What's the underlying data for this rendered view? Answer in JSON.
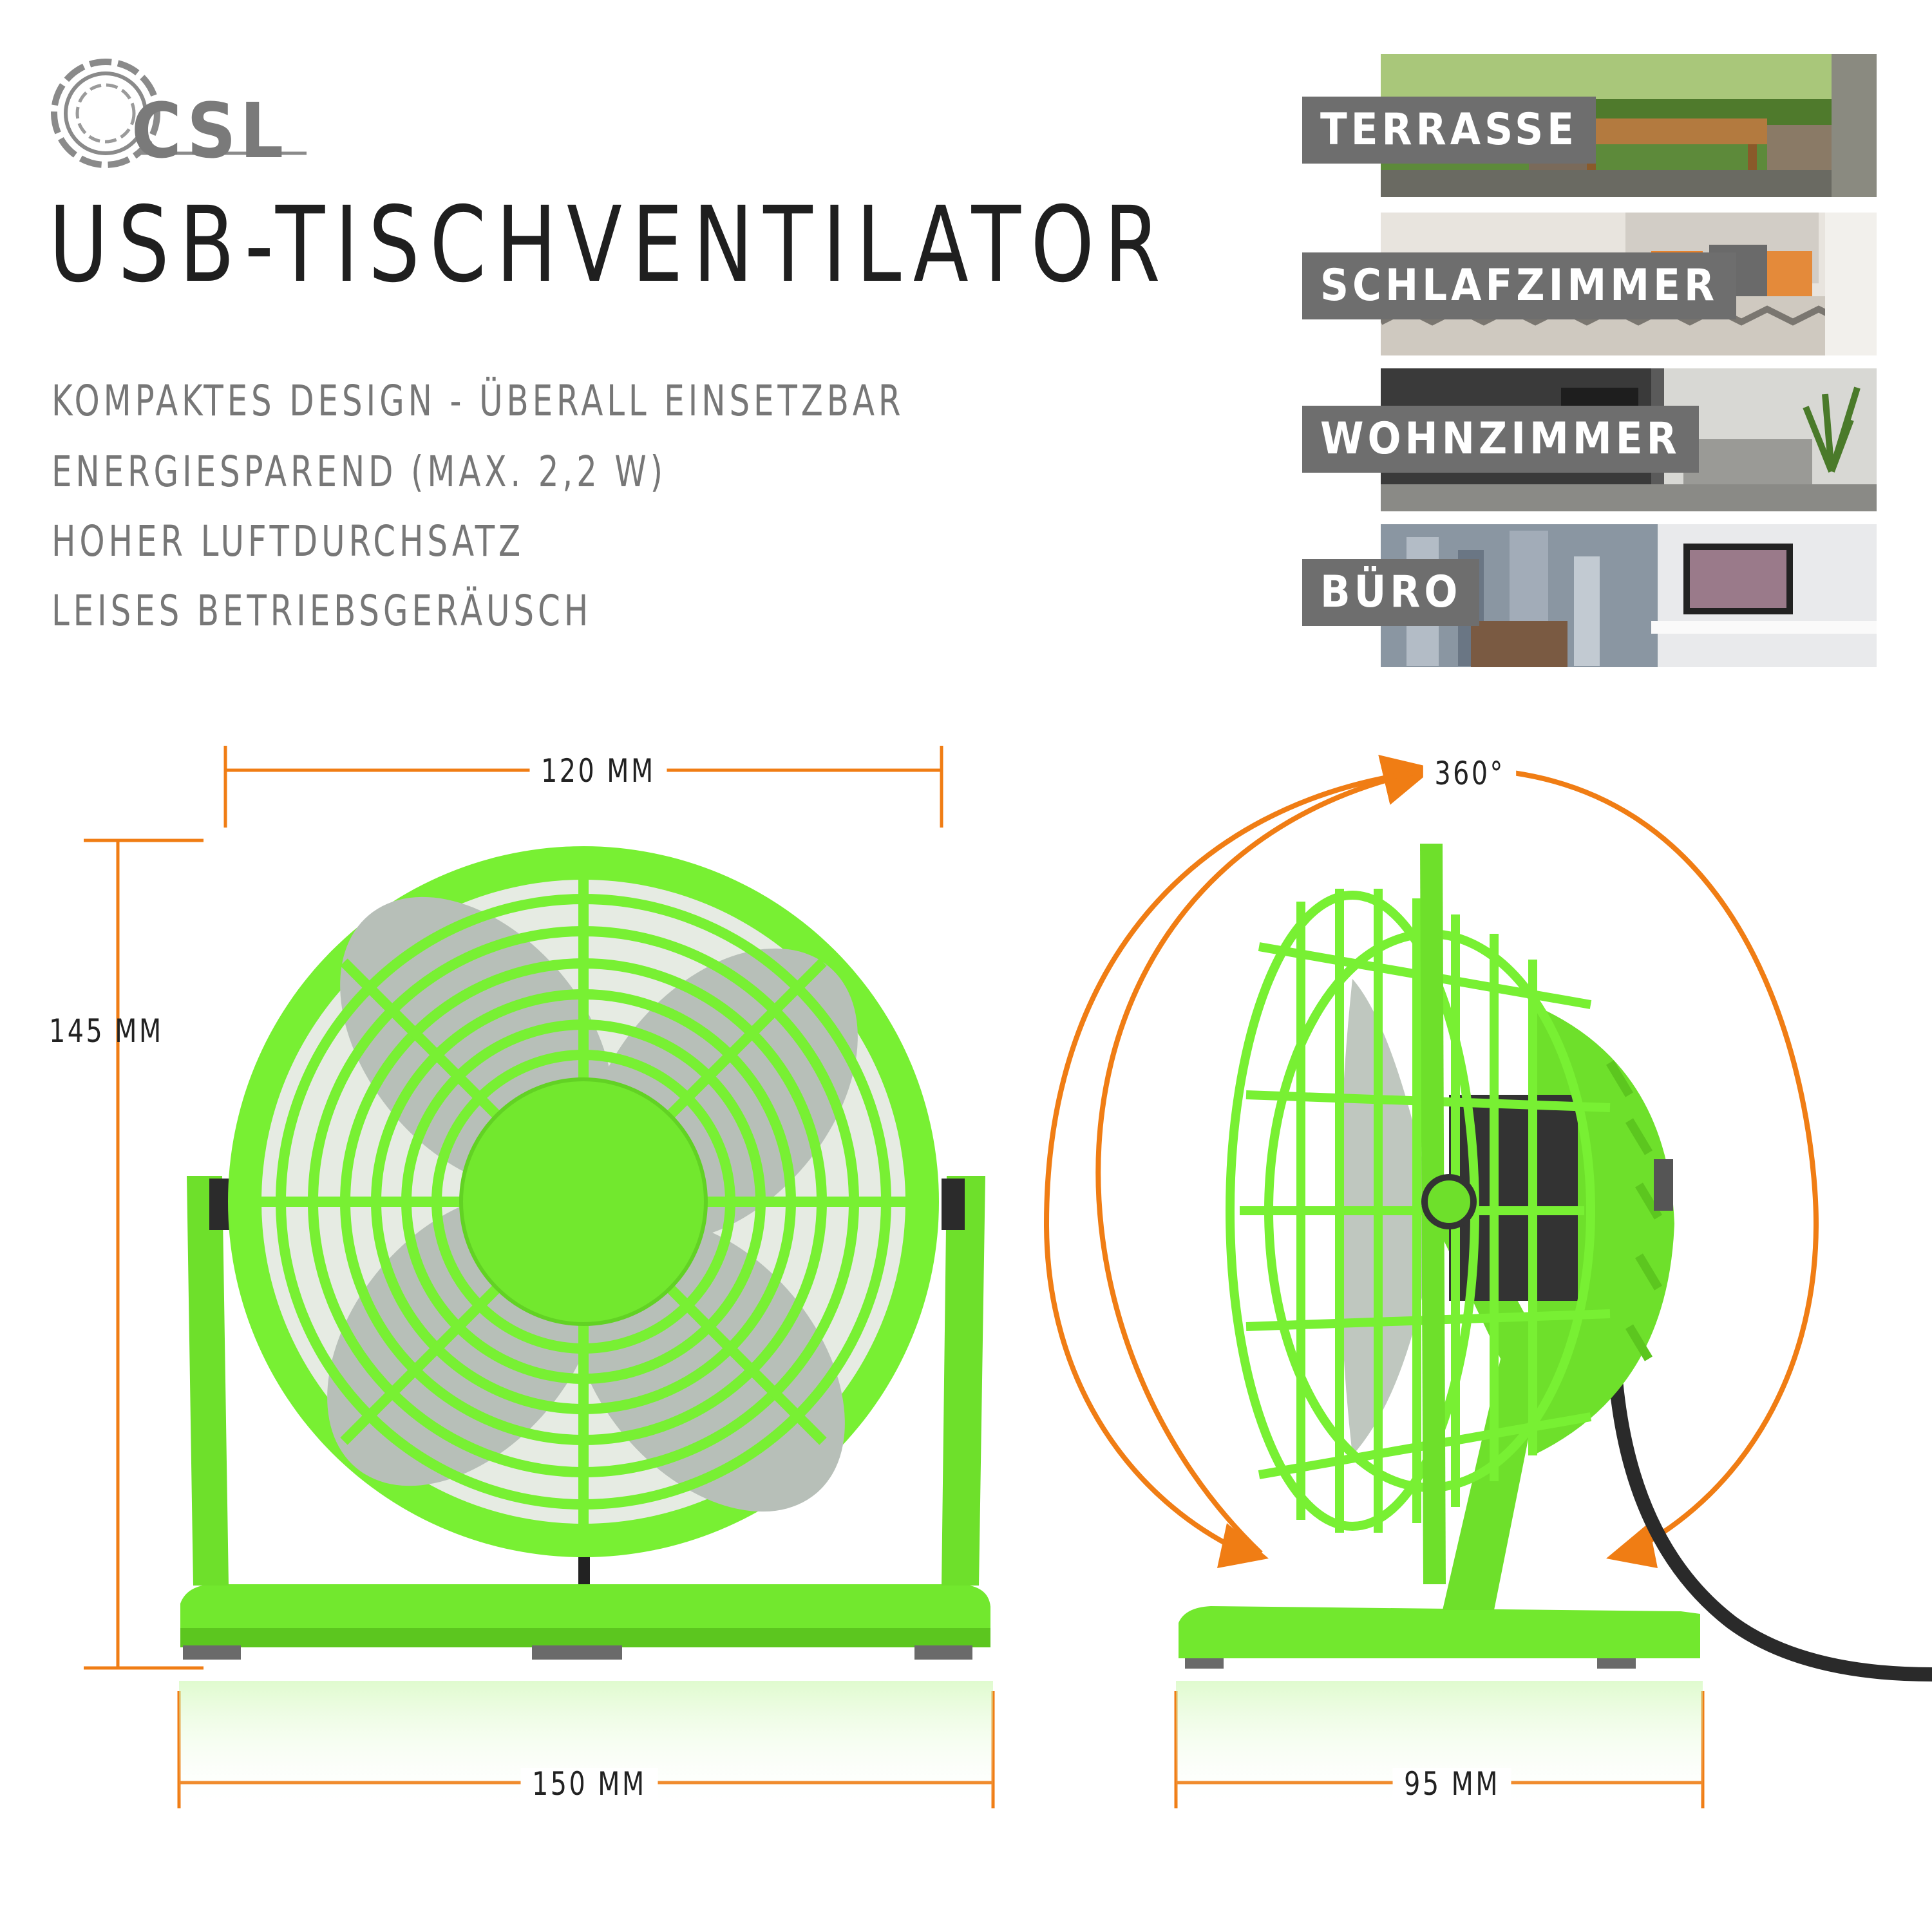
{
  "brand": {
    "name": "CSL"
  },
  "title": "USB-TISCHVENTILATOR",
  "features": [
    "KOMPAKTES DESIGN - ÜBERALL EINSETZBAR",
    "ENERGIESPAREND (MAX. 2,2 W)",
    "HOHER LUFTDURCHSATZ",
    "LEISES BETRIEBSGERÄUSCH"
  ],
  "rooms": [
    {
      "label": "TERRASSE"
    },
    {
      "label": "SCHLAFZIMMER"
    },
    {
      "label": "WOHNZIMMER"
    },
    {
      "label": "BÜRO"
    }
  ],
  "dimensions": {
    "front_width": "120 MM",
    "height": "145 MM",
    "base_width": "150 MM",
    "depth": "95 MM",
    "rotation": "360°"
  },
  "colors": {
    "fan_green": "#7cf536",
    "fan_dark": "#58c81e",
    "accent_orange": "#f07d14",
    "tile_label": "#6e6e6e"
  },
  "icons": [
    "csl-logo-icon",
    "rotation-arrow-icon"
  ]
}
